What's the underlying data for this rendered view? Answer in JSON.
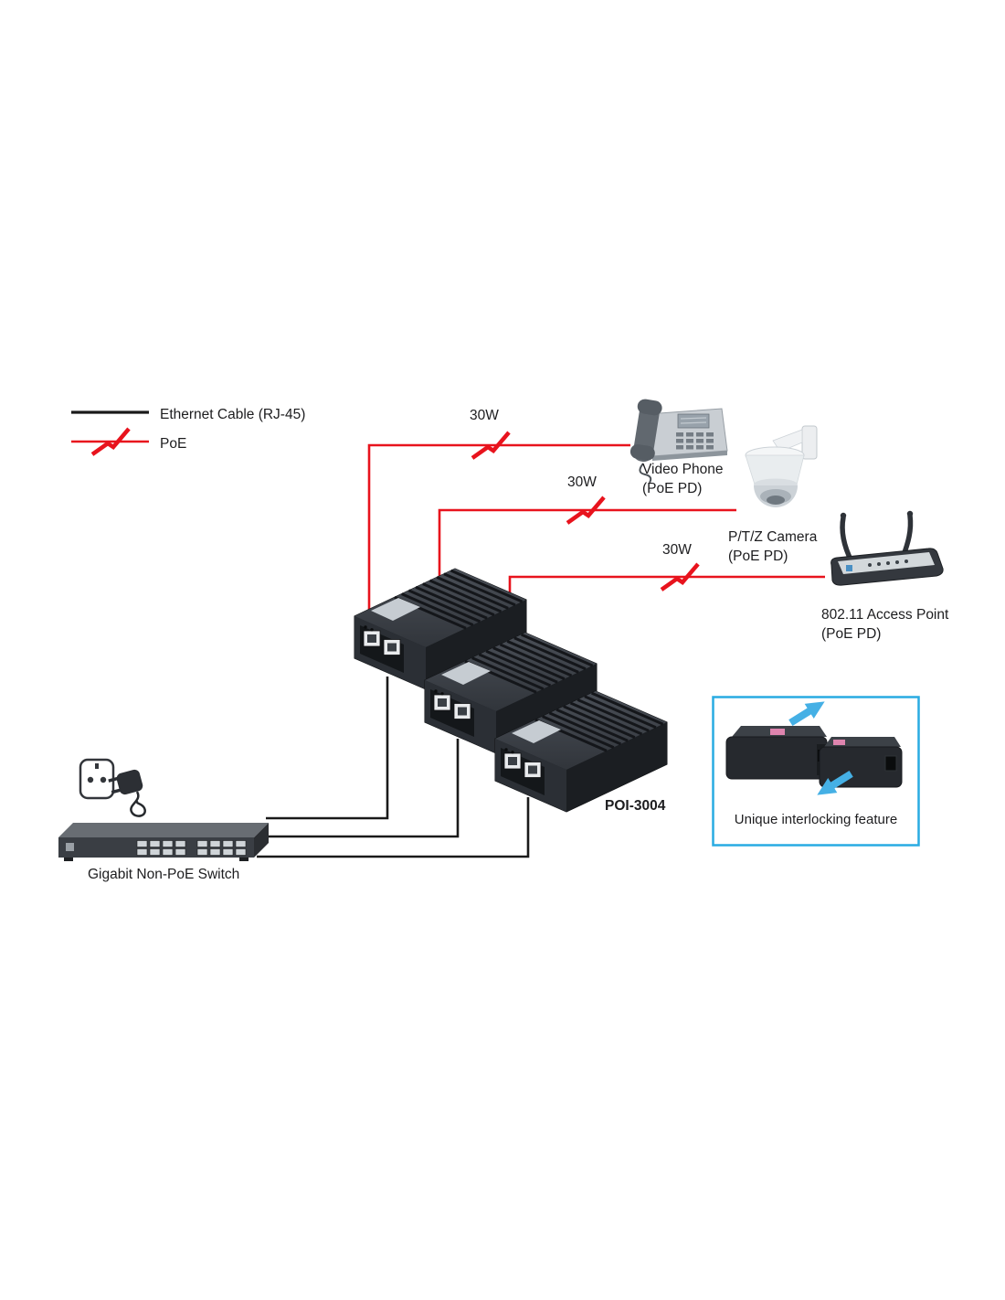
{
  "legend": {
    "ethernet_label": "Ethernet Cable (RJ-45)",
    "poe_label": "PoE"
  },
  "connections": {
    "power_labels": [
      "30W",
      "30W",
      "30W"
    ]
  },
  "devices": {
    "video_phone": {
      "name": "Video Phone",
      "type": "(PoE PD)"
    },
    "ptz_camera": {
      "name": "P/T/Z Camera",
      "type": "(PoE PD)"
    },
    "access_point": {
      "name": "802.11 Access Point",
      "type": "(PoE PD)"
    },
    "switch": {
      "name": "Gigabit Non-PoE Switch"
    },
    "injector": {
      "model": "POI-3004"
    }
  },
  "feature": {
    "caption": "Unique interlocking feature"
  },
  "colors": {
    "poe_red": "#e8131d",
    "accent_blue": "#29abe2",
    "arrow_blue": "#45b0e5",
    "cable_black": "#1a1a1a"
  }
}
